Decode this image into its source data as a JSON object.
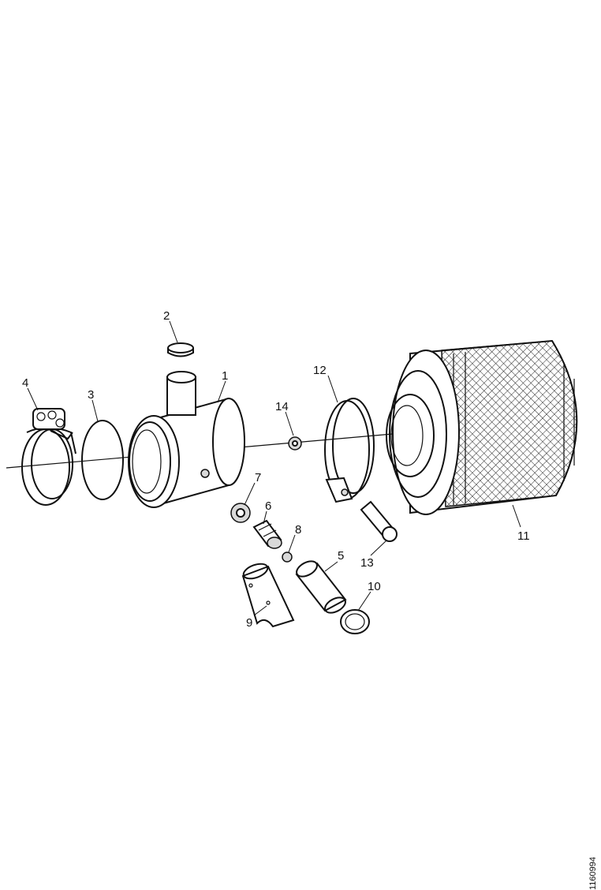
{
  "diagram": {
    "callouts": {
      "p1": "1",
      "p2": "2",
      "p3": "3",
      "p4": "4",
      "p5": "5",
      "p6": "6",
      "p7": "7",
      "p8": "8",
      "p9": "9",
      "p10": "10",
      "p11": "11",
      "p12": "12",
      "p13": "13",
      "p14": "14"
    },
    "document_number": "1160994"
  }
}
